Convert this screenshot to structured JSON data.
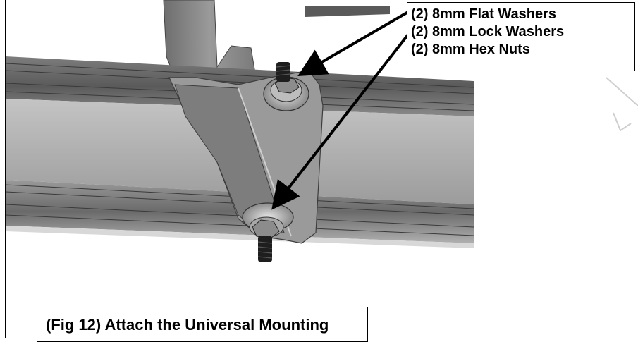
{
  "callout": {
    "lines": [
      "(2) 8mm Flat Washers",
      "(2) 8mm Lock Washers",
      "(2) 8mm Hex Nuts"
    ]
  },
  "caption": {
    "text": "(Fig 12) Attach the Universal Mounting"
  },
  "colors": {
    "rail_light": "#a8a8a8",
    "rail_dark": "#4a4a4a",
    "bracket": "#8f8f8f",
    "bolt": "#1e1e1e",
    "arrow": "#000000"
  }
}
